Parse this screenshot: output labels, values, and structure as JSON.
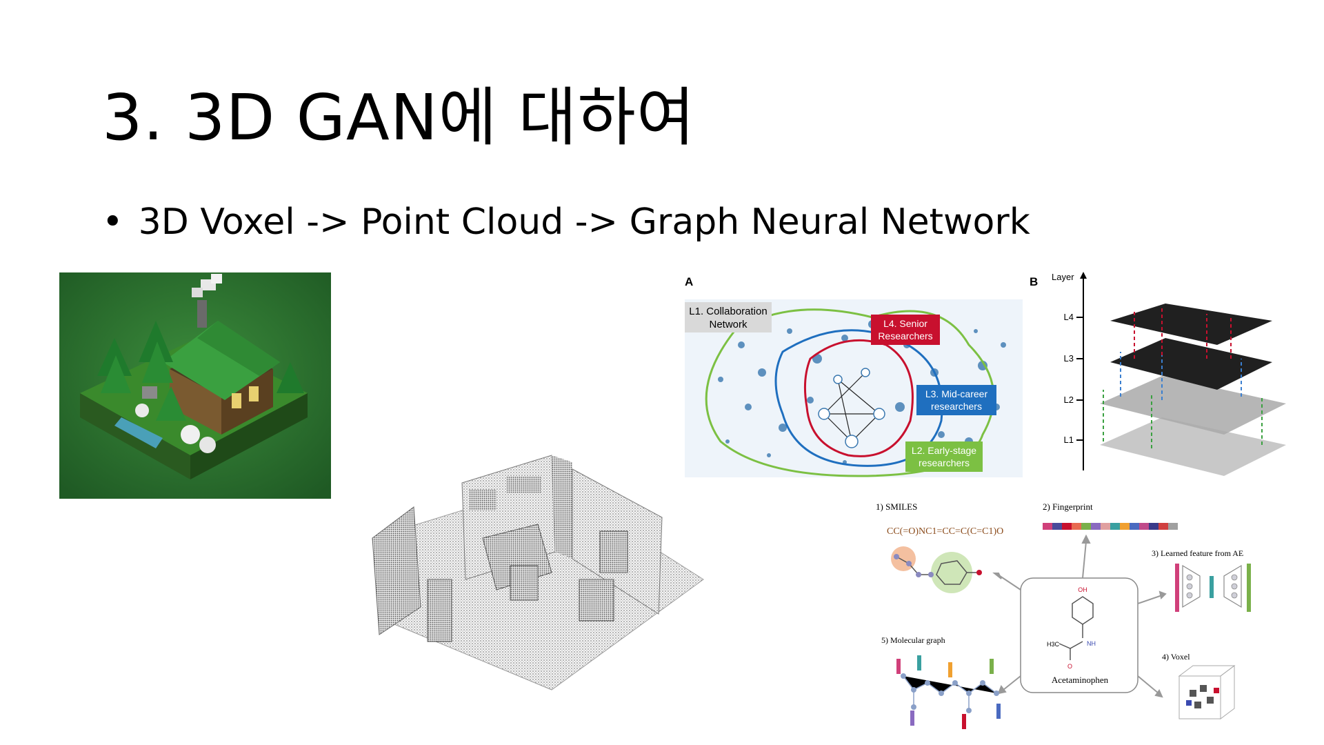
{
  "slide": {
    "title": "3. 3D GAN에 대하여",
    "bullet": "3D Voxel -> Point Cloud -> Graph Neural Network"
  },
  "figure_network": {
    "panel_a": "A",
    "panel_b": "B",
    "l1": [
      "L1. Collaboration",
      "Network"
    ],
    "l2": [
      "L2. Early-stage",
      "researchers"
    ],
    "l3": [
      "L3. Mid-career",
      "researchers"
    ],
    "l4": [
      "L4. Senior",
      "Researchers"
    ],
    "layer_axis": "Layer",
    "layer_ticks": [
      "L4",
      "L3",
      "L2",
      "L1"
    ],
    "colors": {
      "l1": "#7cc043",
      "l2": "#7cc043",
      "l3": "#1f6fbf",
      "l4": "#c8102e"
    }
  },
  "figure_molecule": {
    "smiles_label": "1) SMILES",
    "smiles": "CC(=O)NC1=CC=C(C=C1)O",
    "fingerprint_label": "2) Fingerprint",
    "learned_label": "3) Learned feature from AE",
    "voxel_label": "4) Voxel",
    "graph_label": "5) Molecular graph",
    "center_name": "Acetaminophen",
    "oh_label": "OH",
    "nh_label": "NH",
    "h3c_label": "H3C",
    "o_label": "O"
  }
}
